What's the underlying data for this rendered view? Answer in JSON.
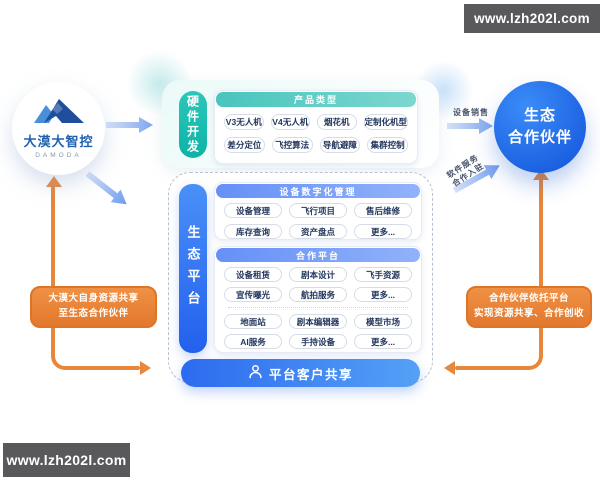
{
  "watermarks": {
    "top_right": "www.lzh202l.com",
    "bottom_left": "www.lzh202l.com"
  },
  "logo_circle": {
    "title": "大漠大智控",
    "subtitle": "DAMODA"
  },
  "partner_circle": {
    "line1": "生态",
    "line2": "合作伙伴"
  },
  "hardware_section": {
    "side_label": "硬件开发",
    "header": "产品类型",
    "rows": [
      [
        "V3无人机",
        "V4无人机",
        "烟花机",
        "定制化机型"
      ],
      [
        "差分定位",
        "飞控算法",
        "导航避障",
        "集群控制"
      ]
    ]
  },
  "eco_section": {
    "side_label": "生态平台",
    "device_card": {
      "header": "设备数字化管理",
      "rows": [
        [
          "设备管理",
          "飞行项目",
          "售后维修"
        ],
        [
          "库存查询",
          "资产盘点",
          "更多..."
        ]
      ]
    },
    "coop_card": {
      "header": "合作平台",
      "rows_top": [
        [
          "设备租赁",
          "剧本设计",
          "飞手资源"
        ],
        [
          "宣传曝光",
          "航拍服务",
          "更多..."
        ]
      ],
      "rows_bottom": [
        [
          "地面站",
          "剧本编辑器",
          "模型市场"
        ],
        [
          "AI服务",
          "手持设备",
          "更多..."
        ]
      ]
    },
    "footer_pill": "平台客户共享"
  },
  "flow_labels": {
    "device_sales": "设备销售",
    "software_service_line1": "软件服务",
    "software_service_line2": "合作入驻",
    "left_note_line1": "大漠大自身资源共享",
    "left_note_line2": "至生态合作伙伴",
    "right_note_line1": "合作伙伴依托平台",
    "right_note_line2": "实现资源共享、合作创收"
  },
  "colors": {
    "teal": "#14b9ad",
    "blue": "#2e6ff0",
    "orange": "#e8863c",
    "watermark_gray": "#59595b"
  }
}
